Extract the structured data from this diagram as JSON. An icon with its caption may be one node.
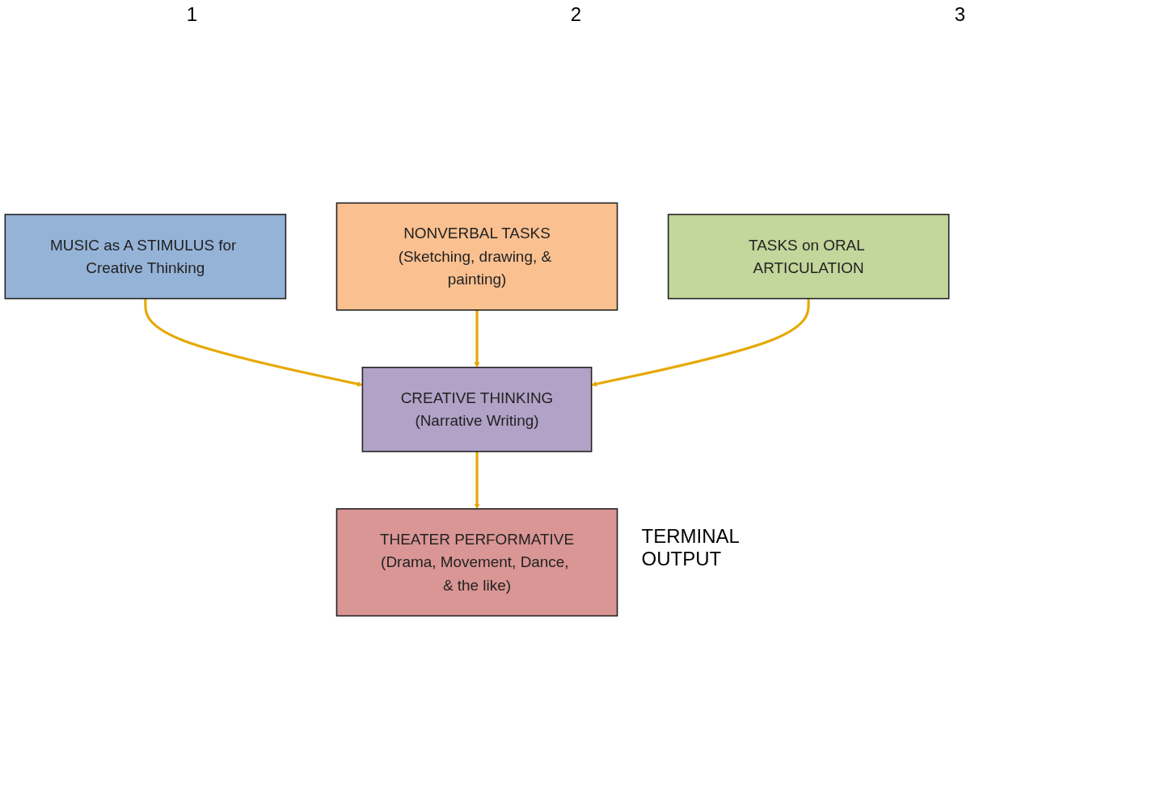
{
  "diagram": {
    "nodes": [
      {
        "text": [
          "MUSIC as A STIMULUS for Creative Thinking"
        ]
      },
      {
        "text": [
          "NONVERBAL TASKS",
          "(Sketching, drawing, & painting)"
        ]
      },
      {
        "text": [
          "TASKS on ORAL ARTICULATION"
        ]
      },
      {
        "text": [
          "CREATIVE THINKING",
          "(Narrative Writing)"
        ]
      },
      {
        "text": [
          "THEATER PERFORMATIVE",
          "(Drama, Movement, Dance, & the like)"
        ],
        "beside": [
          "TERMINAL OUTPUT"
        ]
      }
    ],
    "edges": [
      {
        "from": 0,
        "to": 3,
        "arrow": "to"
      },
      {
        "from": 1,
        "to": 3,
        "arrow": "to"
      },
      {
        "from": 2,
        "to": 3,
        "arrow": "to"
      },
      {
        "from": 3,
        "to": 4,
        "arrow": "to"
      }
    ],
    "labels": [
      "1",
      "2",
      "3"
    ]
  }
}
